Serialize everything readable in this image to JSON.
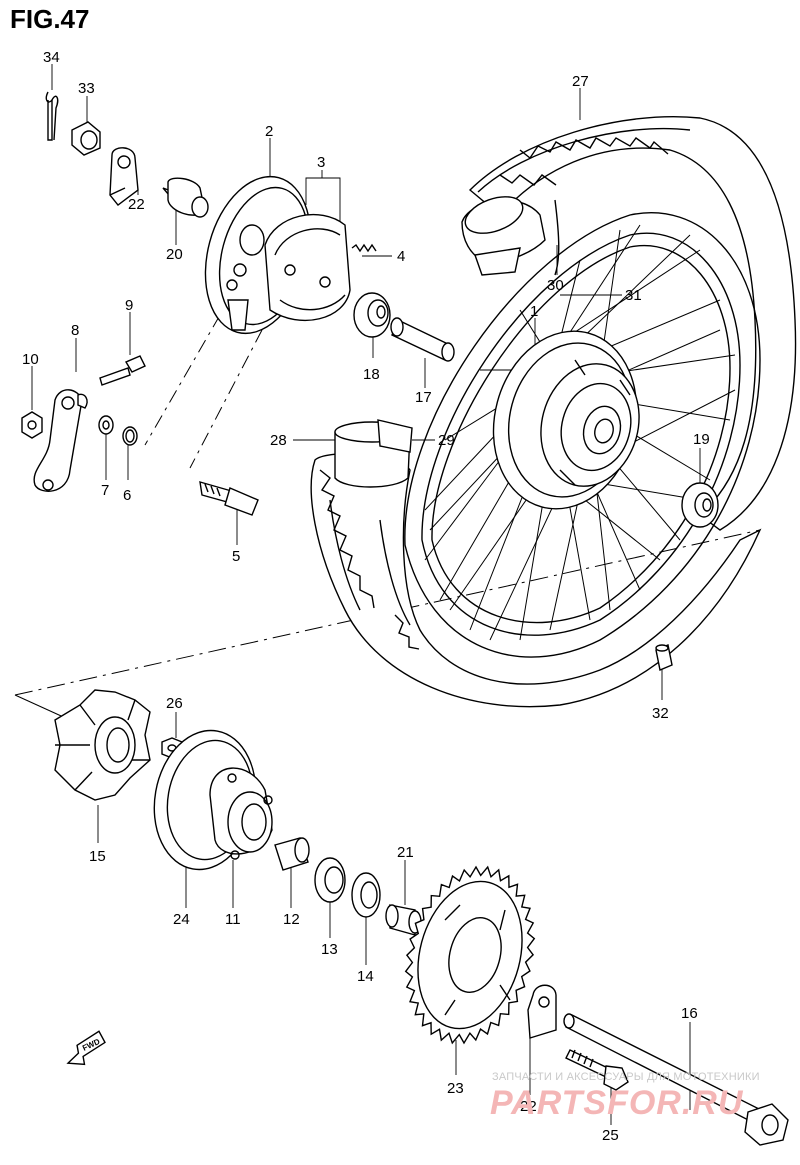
{
  "figure": {
    "title": "FIG.47"
  },
  "callouts": [
    {
      "id": "34",
      "label": "34"
    },
    {
      "id": "33",
      "label": "33"
    },
    {
      "id": "22a",
      "label": "22"
    },
    {
      "id": "20",
      "label": "20"
    },
    {
      "id": "2",
      "label": "2"
    },
    {
      "id": "3",
      "label": "3"
    },
    {
      "id": "4",
      "label": "4"
    },
    {
      "id": "27",
      "label": "27"
    },
    {
      "id": "30",
      "label": "30"
    },
    {
      "id": "31",
      "label": "31"
    },
    {
      "id": "1",
      "label": "1"
    },
    {
      "id": "9",
      "label": "9"
    },
    {
      "id": "8",
      "label": "8"
    },
    {
      "id": "10",
      "label": "10"
    },
    {
      "id": "18",
      "label": "18"
    },
    {
      "id": "17",
      "label": "17"
    },
    {
      "id": "7",
      "label": "7"
    },
    {
      "id": "6",
      "label": "6"
    },
    {
      "id": "28",
      "label": "28"
    },
    {
      "id": "29",
      "label": "29"
    },
    {
      "id": "19",
      "label": "19"
    },
    {
      "id": "5",
      "label": "5"
    },
    {
      "id": "32",
      "label": "32"
    },
    {
      "id": "26",
      "label": "26"
    },
    {
      "id": "15",
      "label": "15"
    },
    {
      "id": "21",
      "label": "21"
    },
    {
      "id": "24",
      "label": "24"
    },
    {
      "id": "11",
      "label": "11"
    },
    {
      "id": "12",
      "label": "12"
    },
    {
      "id": "13",
      "label": "13"
    },
    {
      "id": "14",
      "label": "14"
    },
    {
      "id": "16",
      "label": "16"
    },
    {
      "id": "23",
      "label": "23"
    },
    {
      "id": "22b",
      "label": "22"
    },
    {
      "id": "25",
      "label": "25"
    }
  ],
  "fwd_arrow": {
    "label": "FWD"
  },
  "watermark": {
    "text": "ЗАПЧАСТИ И АКСЕССУАРЫ ДЛЯ МОТОТЕХНИКИ",
    "logo": "PARTSFOR.RU"
  }
}
